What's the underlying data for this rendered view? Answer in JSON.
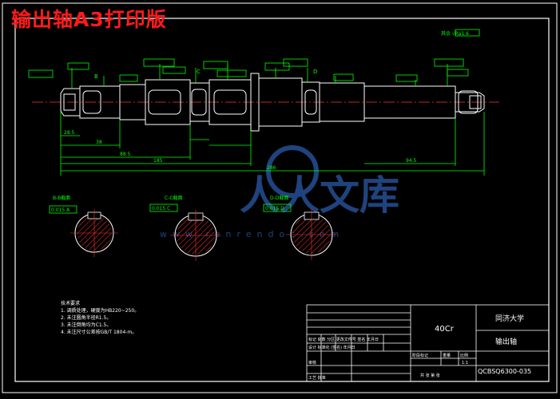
{
  "title": "输出轴A3打印版",
  "colors": {
    "bg": "#000000",
    "line": "#ffffff",
    "dim": "#00ff00",
    "center": "#ff3333",
    "hatch": "#ff3333",
    "title": "#ff1a1a",
    "watermark": "#2a5aa8"
  },
  "roughness_global": "其余 √Ra1.6",
  "shaft_dims": [
    "28.5",
    "38",
    "88.5",
    "185",
    "286",
    "94.5"
  ],
  "section_labels": [
    "B",
    "C",
    "D"
  ],
  "sections": [
    {
      "label": "B-B截面",
      "tol": "0.015 A"
    },
    {
      "label": "C-C截面",
      "tol": "0.015 C"
    },
    {
      "label": "D-D截面",
      "tol": "0.015 D"
    }
  ],
  "tech_req": {
    "heading": "技术要求",
    "items": [
      "1. 调质处理，硬度为HB220~250。",
      "2. 未注圆角半径R1.5。",
      "3. 未注倒角均为C1.5。",
      "4. 未注尺寸公差按GB/T 1804-m。"
    ]
  },
  "title_block": {
    "material": "40Cr",
    "school": "同济大学",
    "part_name": "输出轴",
    "drawing_no": "QCBSQ6300-035",
    "scale_label": "比例",
    "scale": "1:1",
    "mark_label": "阶段标记",
    "weight_label": "重量",
    "sheets": "共 张 第 张",
    "rows": [
      "标记 处数 分区 更改文件号 签名 年月日",
      "设计 标准化 (签名) 年月日",
      "审核",
      "工艺 批准"
    ]
  },
  "watermark": {
    "brand": "人人文库",
    "url": "www.renrendoc.com"
  }
}
